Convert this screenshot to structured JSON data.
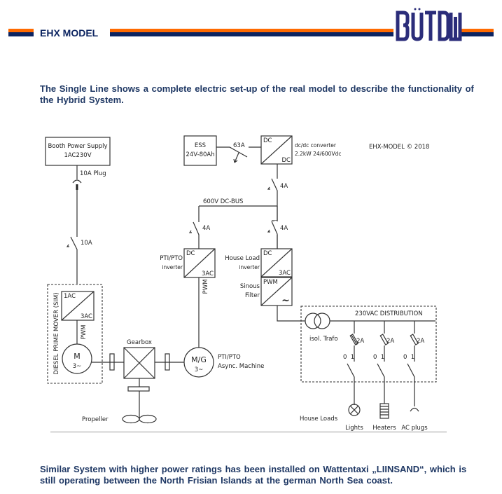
{
  "header": {
    "title": "EHX MODEL",
    "logo_text": "BÜTDW",
    "colors": {
      "orange": "#ff6a00",
      "navy": "#0c2461"
    }
  },
  "intro_text": "The Single Line shows a complete electric set-up of the real model to describe the functionality of the Hybrid System.",
  "diagram": {
    "copyright": "EHX-MODEL © 2018",
    "booth_supply": {
      "line1": "Booth Power Supply",
      "line2": "1AC230V"
    },
    "plug_label": "10A Plug",
    "booth_breaker": "10A",
    "diesel_box_label": "DIESEL PRIME MOVER (SIM)",
    "diesel_converter": {
      "in": "1AC",
      "out": "3AC"
    },
    "diesel_pwm": "PWM",
    "motor": {
      "line1": "M",
      "line2": "3~"
    },
    "gearbox": "Gearbox",
    "propeller": "Propeller",
    "mg": {
      "line1": "M/G",
      "line2": "3~"
    },
    "mg_label": {
      "line1": "PTI/PTO",
      "line2": "Async. Machine"
    },
    "ess": {
      "line1": "ESS",
      "line2": "24V-80Ah"
    },
    "ess_breaker": "63A",
    "dcdc": {
      "in": "DC",
      "out": "DC",
      "label1": "dc/dc converter",
      "label2": "2.2kW 24/600Vdc"
    },
    "dcdc_breaker": "4A",
    "bus_label": "600V DC-BUS",
    "pti_breaker": "4A",
    "pti_inverter": {
      "in": "DC",
      "out": "3AC",
      "label1": "PTI/PTO",
      "label2": "inverter",
      "pwm": "PWM"
    },
    "house_breaker": "4A",
    "house_inverter": {
      "in": "DC",
      "out": "3AC",
      "label1": "House Load",
      "label2": "inverter"
    },
    "sinus_filter": {
      "in": "PWM",
      "out": "~",
      "label1": "Sinous",
      "label2": "Filter"
    },
    "distribution": "230VAC DISTRIBUTION",
    "trafo": "isol. Trafo",
    "branches": [
      {
        "fuse": "2A",
        "states": "0  1",
        "load": "Lights"
      },
      {
        "fuse": "2A",
        "states": "0  1",
        "load": "Heaters"
      },
      {
        "fuse": "2A",
        "states": "0  1",
        "load": "AC plugs"
      }
    ],
    "house_loads": "House Loads"
  },
  "outro_text": "Similar System with higher power ratings has been installed on Wattentaxi „LIINSAND“, which is still operating between the North Frisian Islands at the german North Sea coast."
}
